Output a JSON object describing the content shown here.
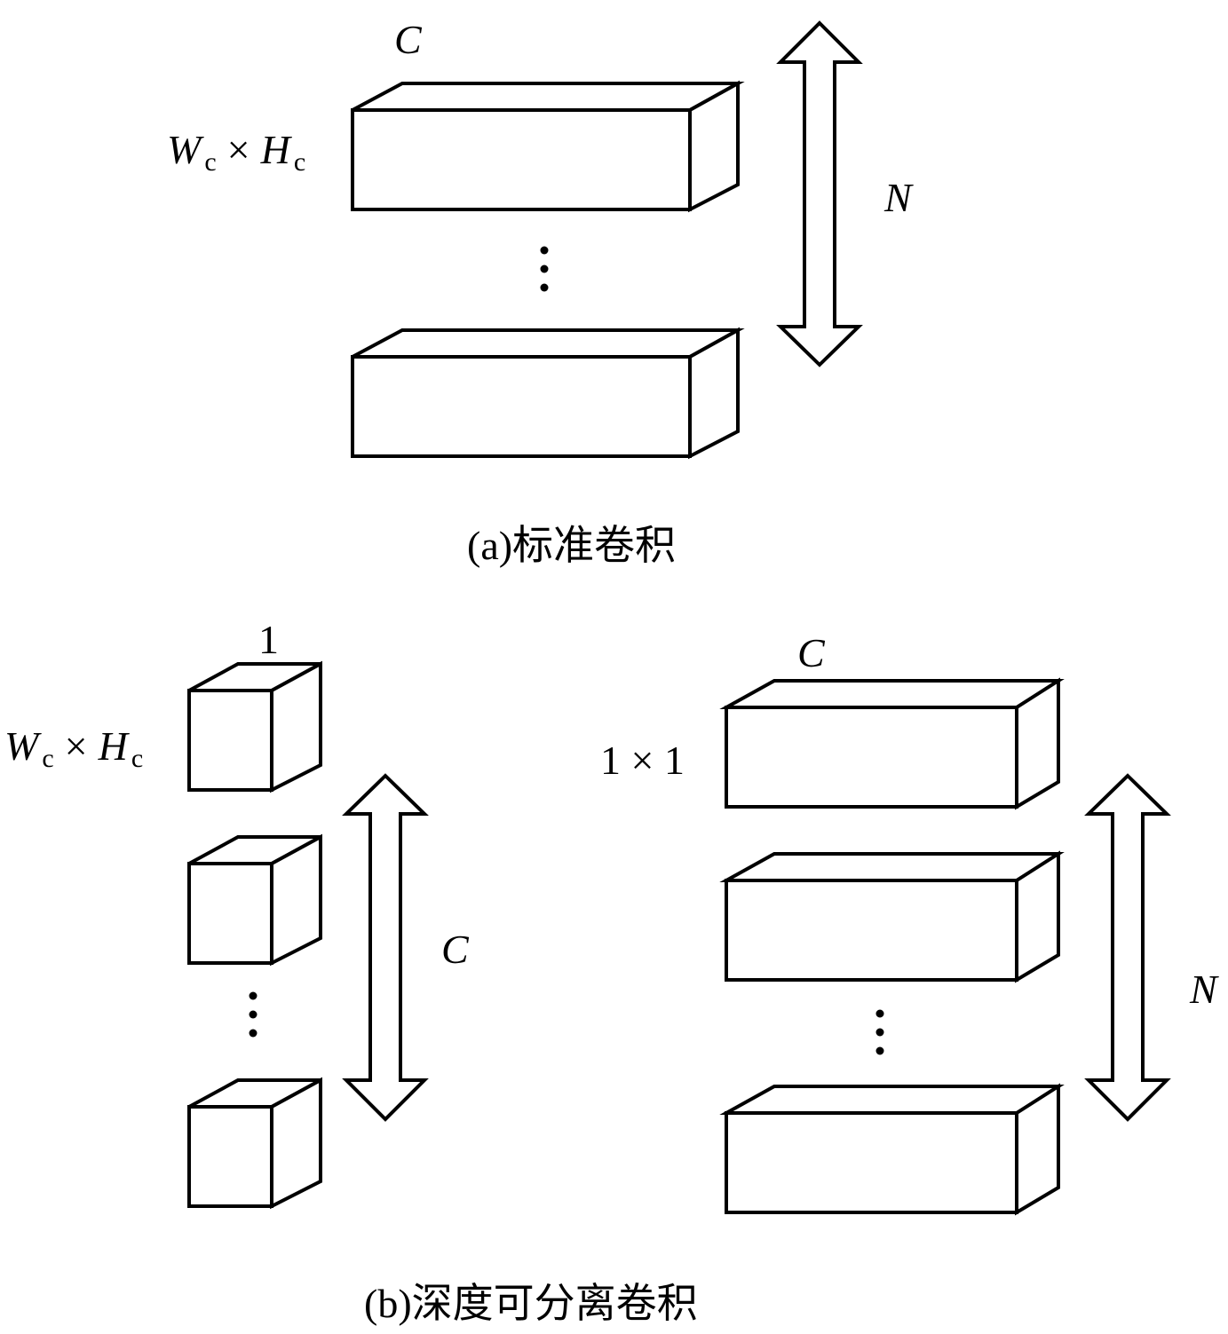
{
  "panel_a": {
    "caption": "(a)标准卷积",
    "depth_label": "C",
    "size_label": {
      "main_w": "W",
      "sub_w": "c",
      "times": "×",
      "main_h": "H",
      "sub_h": "c"
    },
    "count_label": "N"
  },
  "panel_b": {
    "caption": "(b)深度可分离卷积",
    "depthwise": {
      "depth_label": "1",
      "size_label": {
        "main_w": "W",
        "sub_w": "c",
        "times": "×",
        "main_h": "H",
        "sub_h": "c"
      },
      "count_label": "C"
    },
    "pointwise": {
      "depth_label": "C",
      "size_label": "1 × 1",
      "count_label": "N"
    }
  },
  "colors": {
    "stroke": "#000000",
    "fill": "#ffffff"
  },
  "icons": {
    "ellipsis": "vertical-ellipsis-icon",
    "arrow": "double-headed-arrow-icon"
  }
}
